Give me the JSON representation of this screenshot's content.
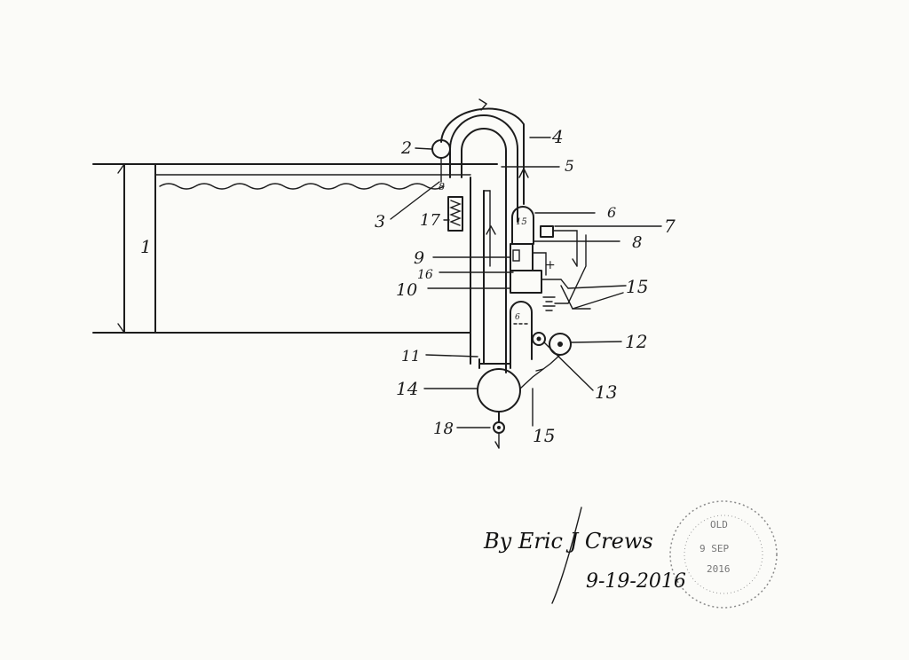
{
  "labels": [
    {
      "id": "1",
      "text": "1"
    },
    {
      "id": "2",
      "text": "2"
    },
    {
      "id": "3",
      "text": "3"
    },
    {
      "id": "4",
      "text": "4"
    },
    {
      "id": "5",
      "text": "5"
    },
    {
      "id": "6",
      "text": "6"
    },
    {
      "id": "7",
      "text": "7"
    },
    {
      "id": "8",
      "text": "8"
    },
    {
      "id": "9",
      "text": "9"
    },
    {
      "id": "10",
      "text": "10"
    },
    {
      "id": "11",
      "text": "11"
    },
    {
      "id": "12",
      "text": "12"
    },
    {
      "id": "13",
      "text": "13"
    },
    {
      "id": "14",
      "text": "14"
    },
    {
      "id": "15a",
      "text": "15"
    },
    {
      "id": "15b",
      "text": "15"
    },
    {
      "id": "16",
      "text": "16"
    },
    {
      "id": "17",
      "text": "17"
    },
    {
      "id": "18",
      "text": "18"
    }
  ],
  "inner_marks": {
    "small_8": "8",
    "small_15": "15",
    "small_6": "6",
    "plus": "+"
  },
  "signature": {
    "text": "By Eric J Crews",
    "date": "9-19-2016"
  },
  "stamp": {
    "line1": "OLD",
    "line2": "9 SEP",
    "line3": "2016"
  }
}
